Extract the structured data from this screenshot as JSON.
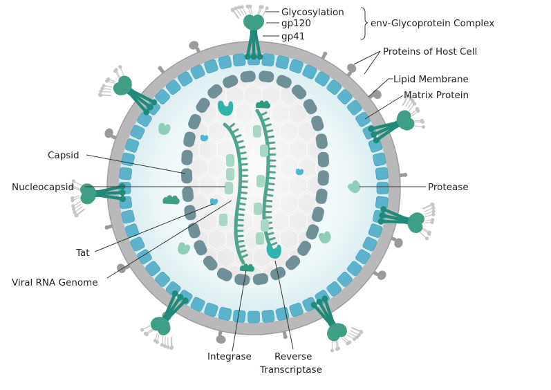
{
  "title": "HIV virion structure",
  "labels": {
    "glycosylation": "Glycosylation",
    "gp120": "gp120",
    "gp41": "gp41",
    "env_complex": "env-Glycoprotein Complex",
    "host_proteins": "Proteins of Host Cell",
    "lipid_membrane": "Lipid Membrane",
    "matrix_protein": "Matrix Protein",
    "capsid": "Capsid",
    "nucleocapsid": "Nucleocapsid",
    "protease": "Protease",
    "tat": "Tat",
    "viral_rna": "Viral RNA Genome",
    "integrase": "Integrase",
    "reverse_transcriptase_1": "Reverse",
    "reverse_transcriptase_2": "Transcriptase"
  },
  "colors": {
    "membrane": "#b9b9bb",
    "membrane_edge": "#9d9d9f",
    "matrix": "#5bb3cc",
    "matrix_dark": "#3f98b3",
    "interior": "#e6f4f6",
    "capsid": "#6f8f99",
    "core_fill": "#f2f2f2",
    "rna": "#4fa58f",
    "nucleocapsid": "#a8d8c4",
    "env": "#3e9f86",
    "env_stem": "#1f8a7a",
    "glyco": "#c4c4c6",
    "enzyme": "#2fb3ad",
    "protease": "#8fcfb8",
    "host": "#9a9a9c",
    "text": "#222222"
  }
}
